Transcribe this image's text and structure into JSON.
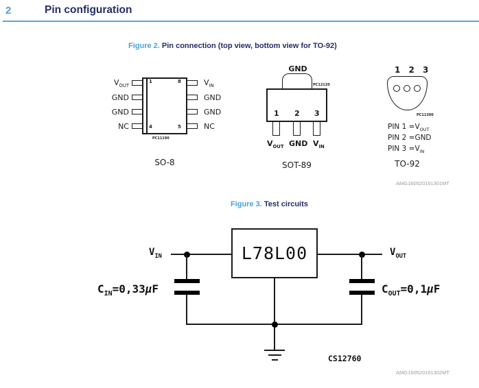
{
  "header": {
    "number": "2",
    "title": "Pin configuration"
  },
  "figure2": {
    "label": "Figure 2.",
    "title": "Pin connection (top view, bottom view for TO-92)",
    "watermark": "AMG160520161301MT",
    "so8": {
      "name": "SO-8",
      "code": "PC11190",
      "numbers": {
        "top_left": "1",
        "top_right": "8",
        "bottom_left": "4",
        "bottom_right": "5"
      },
      "left_pins": [
        {
          "base": "V",
          "sub": "OUT"
        },
        {
          "base": "GND",
          "sub": ""
        },
        {
          "base": "GND",
          "sub": ""
        },
        {
          "base": "NC",
          "sub": ""
        }
      ],
      "right_pins": [
        {
          "base": "V",
          "sub": "IN"
        },
        {
          "base": "GND",
          "sub": ""
        },
        {
          "base": "GND",
          "sub": ""
        },
        {
          "base": "NC",
          "sub": ""
        }
      ]
    },
    "sot89": {
      "name": "SOT-89",
      "code": "PC12120",
      "tab_label": "GND",
      "pin_numbers": [
        "1",
        "2",
        "3"
      ],
      "pin_labels": [
        {
          "base": "V",
          "sub": "OUT"
        },
        {
          "base": "GND",
          "sub": ""
        },
        {
          "base": "V",
          "sub": "IN"
        }
      ]
    },
    "to92": {
      "name": "TO-92",
      "code": "PC11300",
      "top_numbers": "1 2 3",
      "pin_assignments": [
        {
          "prefix": "PIN 1 =",
          "base": "V",
          "sub": "OUT"
        },
        {
          "prefix": "PIN 2 =",
          "base": "GND",
          "sub": ""
        },
        {
          "prefix": "PIN 3 =",
          "base": "V",
          "sub": "IN"
        }
      ]
    }
  },
  "figure3": {
    "label": "Figure 3.",
    "title": "Test circuits",
    "chip_label": "L78L00",
    "vin": {
      "base": "V",
      "sub": "IN"
    },
    "vout": {
      "base": "V",
      "sub": "OUT"
    },
    "cin": {
      "base": "C",
      "sub": "IN",
      "value": "=0,33",
      "mu": "μ",
      "unit": "F"
    },
    "cout": {
      "base": "C",
      "sub": "OUT",
      "value": "=0,1",
      "mu": "μ",
      "unit": "F"
    },
    "schematic_code": "CS12760",
    "watermark": "AMG160520161302MT"
  },
  "colors": {
    "accent": "#4BA0D7",
    "heading": "#232D64",
    "rule": "#5AA7D8"
  }
}
